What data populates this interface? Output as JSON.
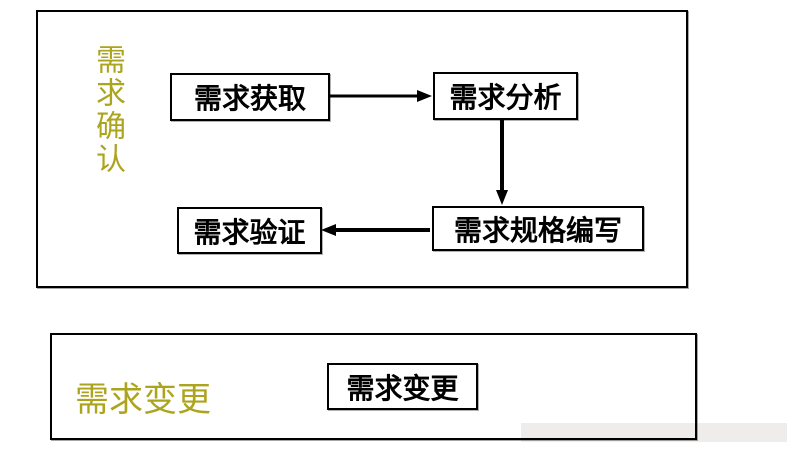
{
  "diagram": {
    "top_section": {
      "label": "需求确认",
      "boxes": {
        "acquire": "需求获取",
        "analyze": "需求分析",
        "spec": "需求规格编写",
        "verify": "需求验证"
      },
      "arrows": [
        {
          "from": "需求获取",
          "to": "需求分析",
          "direction": "right"
        },
        {
          "from": "需求分析",
          "to": "需求规格编写",
          "direction": "down"
        },
        {
          "from": "需求规格编写",
          "to": "需求验证",
          "direction": "left"
        }
      ]
    },
    "bottom_section": {
      "label": "需求变更",
      "boxes": {
        "change": "需求变更"
      }
    },
    "colors": {
      "section_label": "#ada41e",
      "box_border": "#000000",
      "box_text": "#000000",
      "background": "#ffffff"
    }
  }
}
